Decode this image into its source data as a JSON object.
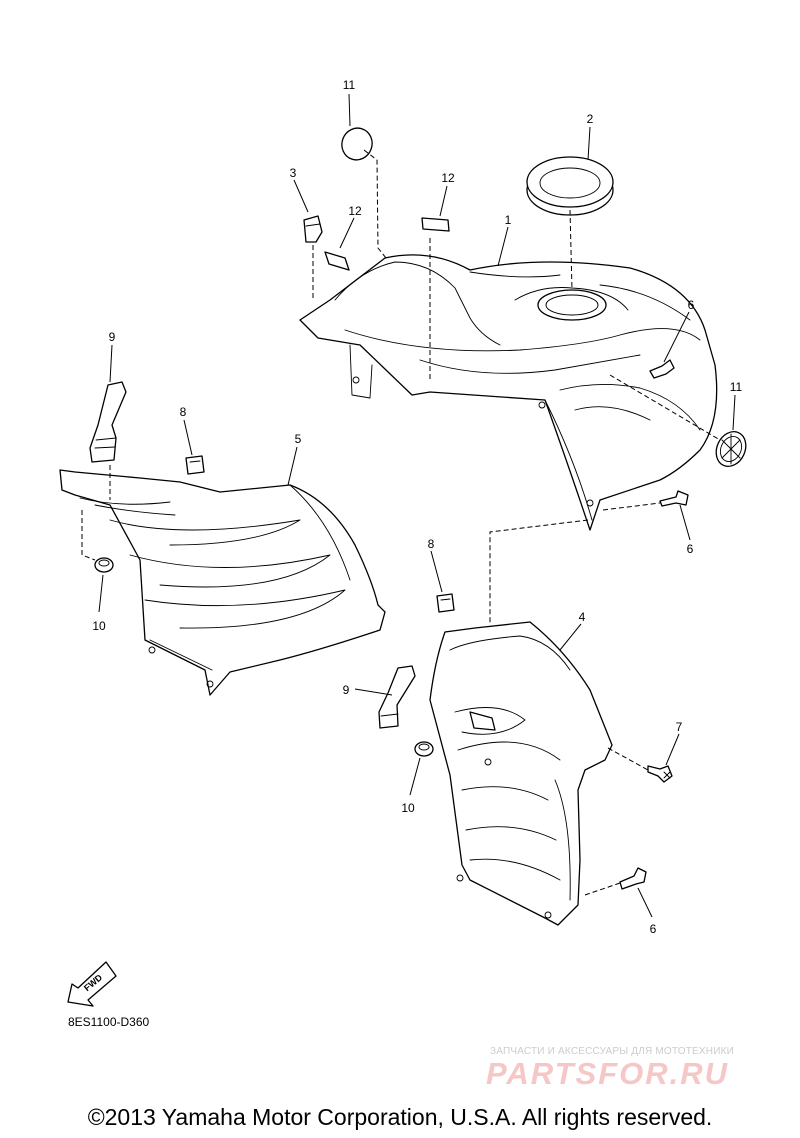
{
  "callouts": {
    "c1": "1",
    "c2": "2",
    "c3": "3",
    "c4": "4",
    "c5": "5",
    "c6a": "6",
    "c6b": "6",
    "c6c": "6",
    "c7": "7",
    "c8a": "8",
    "c8b": "8",
    "c9a": "9",
    "c9b": "9",
    "c10a": "10",
    "c10b": "10",
    "c11a": "11",
    "c11b": "11",
    "c12a": "12",
    "c12b": "12"
  },
  "fwd_label": "FWD",
  "drawing_code": "8ES1100-D360",
  "watermark": {
    "tagline": "ЗАПЧАСТИ И АКСЕССУАРЫ ДЛЯ МОТОТЕХНИКИ",
    "logo": "PARTSFOR.RU"
  },
  "copyright": "©2013 Yamaha Motor Corporation, U.S.A. All rights reserved."
}
